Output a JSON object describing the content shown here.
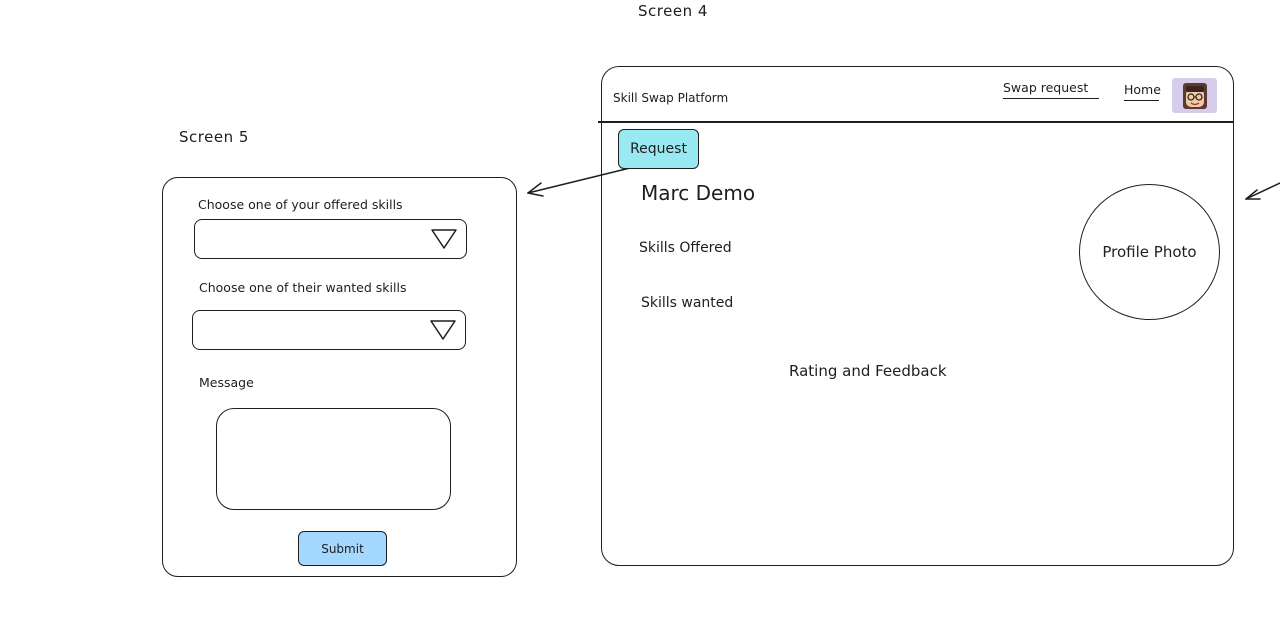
{
  "screens": {
    "screen4_title": "Screen 4",
    "screen5_title": "Screen 5"
  },
  "screen5": {
    "offered_label": "Choose one of your offered skills",
    "offered_value": "",
    "wanted_label": "Choose one of their wanted skills",
    "wanted_value": "",
    "message_label": "Message",
    "message_value": "",
    "submit_label": "Submit"
  },
  "screen4": {
    "brand": "Skill Swap Platform",
    "nav": {
      "swap_request": "Swap request",
      "home": "Home"
    },
    "request_button": "Request",
    "profile_name": "Marc Demo",
    "skills_offered": "Skills Offered",
    "skills_wanted": "Skills wanted",
    "rating_feedback": "Rating and Feedback",
    "profile_photo": "Profile Photo"
  },
  "colors": {
    "request_button_fill": "#99e9f2",
    "submit_button_fill": "#a5d8ff",
    "avatar_bg": "#d8ccec",
    "stroke": "#1e1e1e"
  },
  "icons": {
    "dropdown": "triangle-down-icon",
    "avatar": "user-avatar-icon",
    "connector": "arrow-icon"
  }
}
